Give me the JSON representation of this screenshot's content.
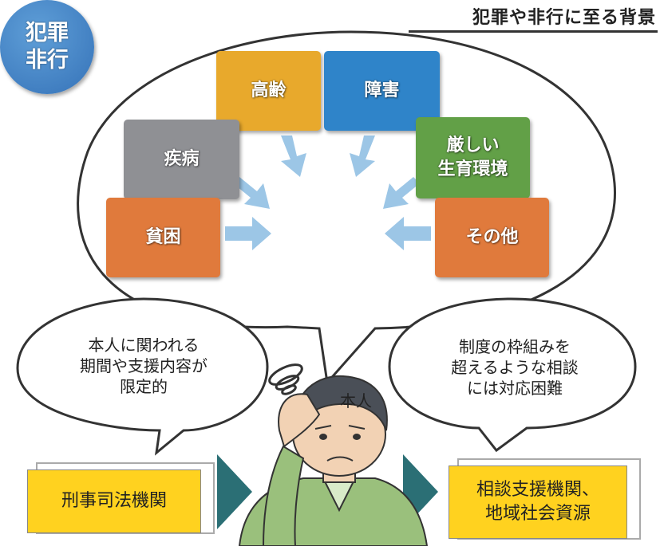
{
  "title": "犯罪や非行に至る背景",
  "center": "犯罪\n非行",
  "factors": {
    "poverty": "貧困",
    "illness": "疾病",
    "elderly": "高齢",
    "disability": "障害",
    "environment": "厳しい\n生育環境",
    "other": "その他"
  },
  "bubble_left": "本人に関われる\n期間や支援内容が\n限定的",
  "bubble_right": "制度の枠組みを\n超えるような相談\nには対応困難",
  "person_label": "本人",
  "box_left": "刑事司法機関",
  "box_right": "相談支援機関、\n地域社会資源",
  "colors": {
    "poverty": "#e07a3c",
    "illness": "#8f9094",
    "elderly": "#e8a92c",
    "disability": "#2f84c9",
    "environment": "#62a047",
    "other": "#e07a3c",
    "center": "#3f7fc1",
    "arrow_light": "#9cc6e6",
    "arrow_dark": "#2b6f75",
    "yellow_box": "#ffd21f"
  }
}
